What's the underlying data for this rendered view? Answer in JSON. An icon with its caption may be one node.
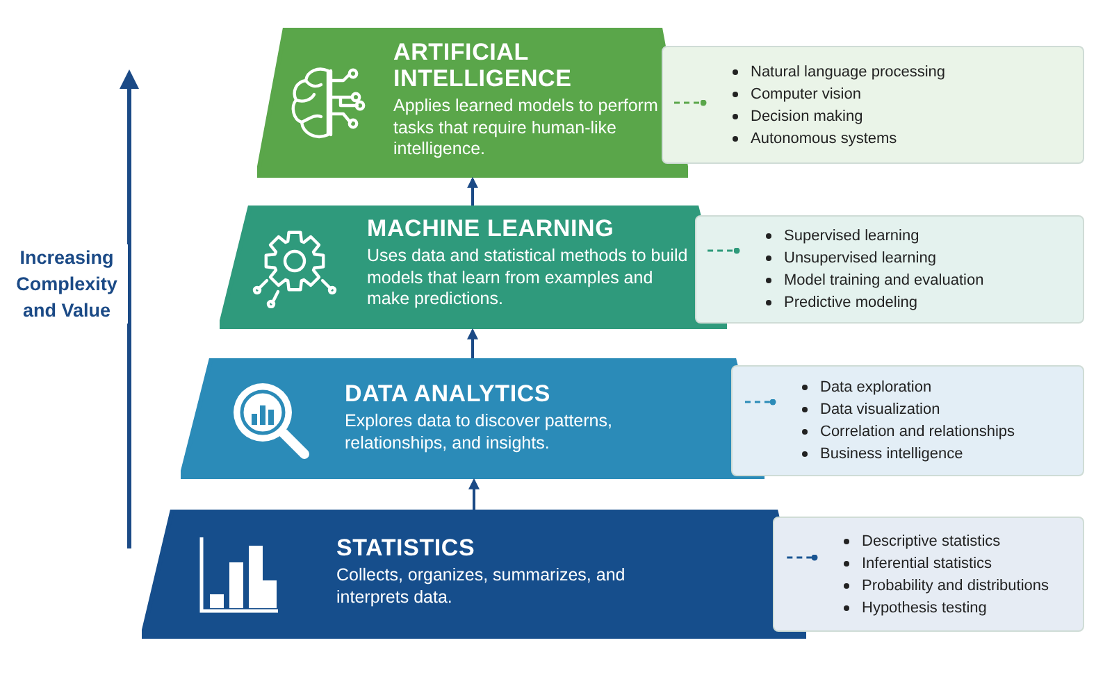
{
  "diagram": {
    "nodes": [
      {
        "text": [
          "ARTIFICIAL INTELLIGENCE",
          "Applies learned models to perform tasks that require human-like intelligence."
        ]
      },
      {
        "text": [
          "Natural language processing",
          "Computer vision",
          "Decision making",
          "Autonomous systems"
        ]
      },
      {
        "text": [
          "MACHINE LEARNING",
          "Uses data and statistical methods to build models that learn from examples and make predictions."
        ]
      },
      {
        "text": [
          "Supervised learning",
          "Unsupervised learning",
          "Model training and evaluation",
          "Predictive modeling"
        ]
      },
      {
        "text": [
          "DATA ANALYTICS",
          "Explores data to discover patterns, relationships, and insights."
        ]
      },
      {
        "text": [
          "Data exploration",
          "Data visualization",
          "Correlation and relationships",
          "Business intelligence"
        ]
      },
      {
        "text": [
          "STATISTICS",
          "Collects, organizes, summarizes, and interprets data."
        ]
      },
      {
        "text": [
          "Descriptive statistics",
          "Inferential statistics",
          "Probability and distributions",
          "Hypothesis testing"
        ]
      }
    ],
    "edges": [
      {
        "from": 0,
        "to": 1,
        "arrow": "other",
        "style": "dashed",
        "color": "#5aa64a"
      },
      {
        "from": 2,
        "to": 3,
        "arrow": "other",
        "style": "dashed",
        "color": "#2e9a7a"
      },
      {
        "from": 4,
        "to": 5,
        "arrow": "other",
        "style": "dashed",
        "color": "#2b8bb8"
      },
      {
        "from": 6,
        "to": 7,
        "arrow": "other",
        "style": "dashed",
        "color": "#1a5592"
      },
      {
        "from": 6,
        "to": 4,
        "arrow": "to"
      },
      {
        "from": 4,
        "to": 2,
        "arrow": "to"
      },
      {
        "from": 2,
        "to": 0,
        "arrow": "to"
      }
    ],
    "labels": [
      "Increasing Complexity and Value"
    ]
  }
}
